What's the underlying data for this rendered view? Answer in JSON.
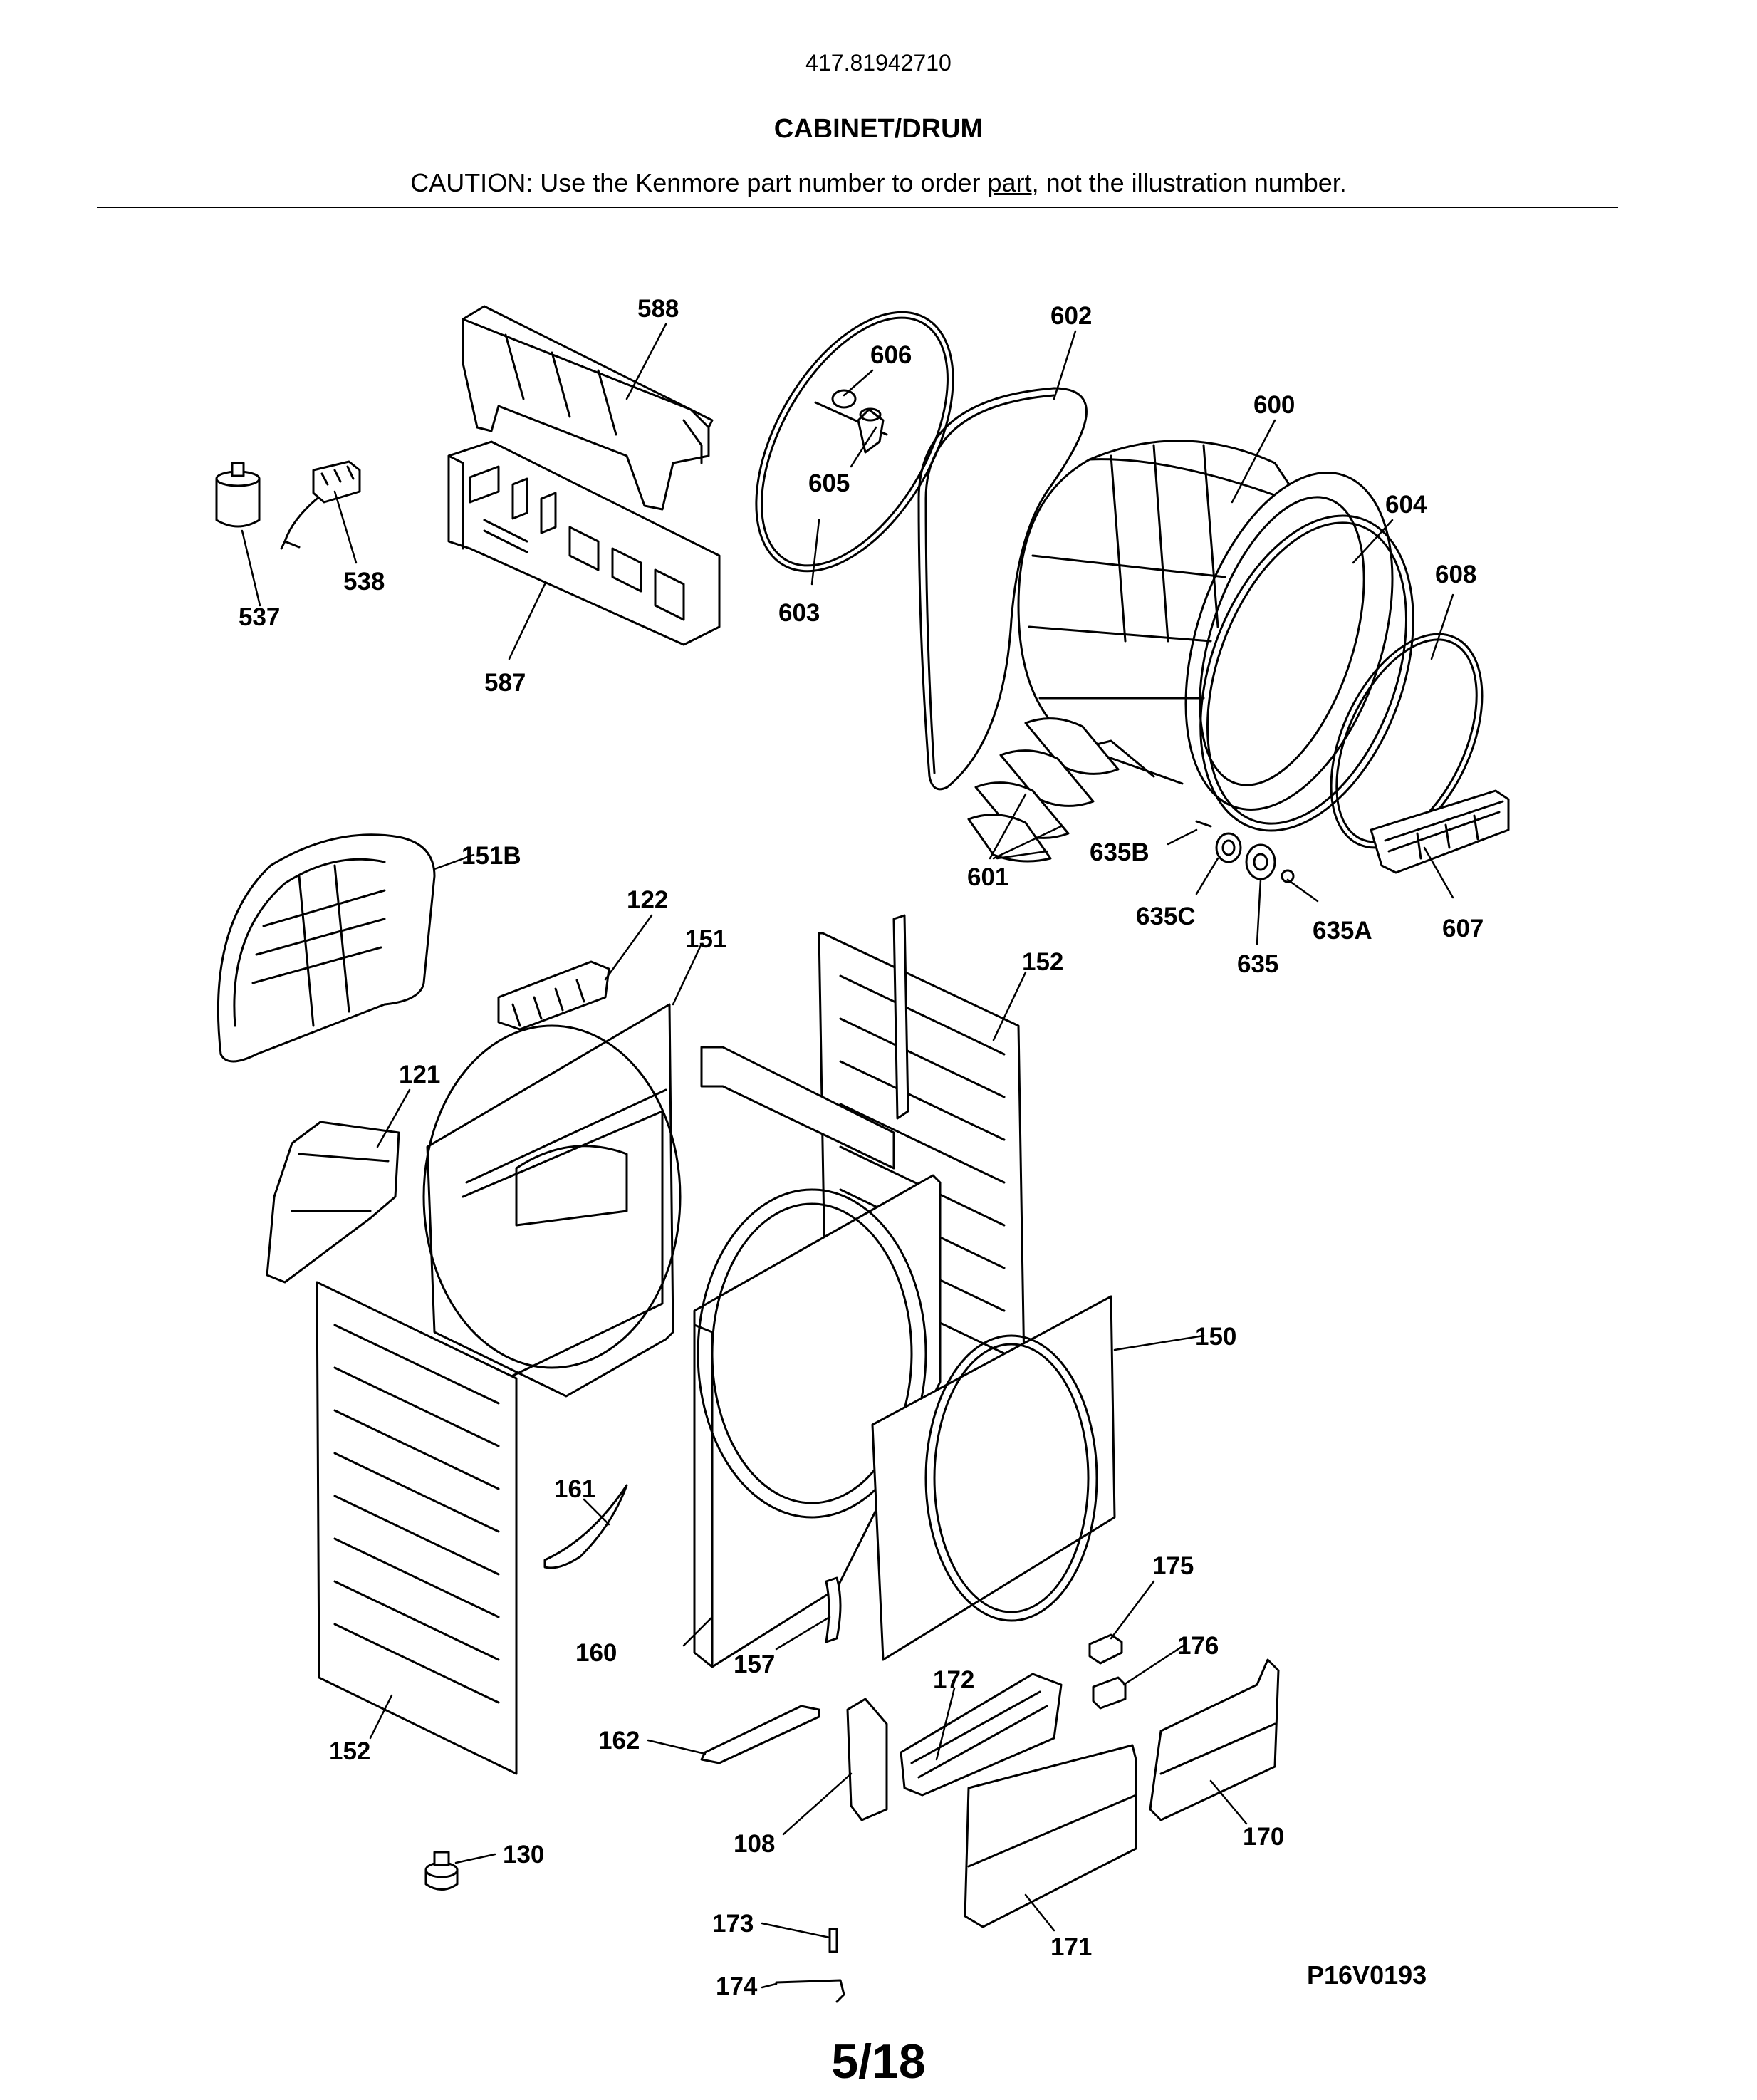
{
  "header": {
    "model_number": "417.81942710",
    "section_title": "CABINET/DRUM",
    "caution_prefix": "CAUTION: Use the Kenmore part number to order ",
    "caution_link": "part",
    "caution_suffix": ", not the illustration number."
  },
  "callouts": {
    "c588": "588",
    "c602": "602",
    "c606": "606",
    "c600": "600",
    "c605": "605",
    "c604": "604",
    "c608": "608",
    "c538": "538",
    "c537": "537",
    "c587": "587",
    "c603": "603",
    "c151B": "151B",
    "c635B": "635B",
    "c601": "601",
    "c122": "122",
    "c151": "151",
    "c152a": "152",
    "c635C": "635C",
    "c635A": "635A",
    "c607": "607",
    "c635": "635",
    "c121": "121",
    "c150": "150",
    "c161": "161",
    "c175": "175",
    "c176": "176",
    "c160": "160",
    "c157": "157",
    "c172": "172",
    "c162": "162",
    "c152b": "152",
    "c108": "108",
    "c170": "170",
    "c130": "130",
    "c173": "173",
    "c171": "171",
    "c174": "174"
  },
  "footer": {
    "drawing_code": "P16V0193",
    "page": "5/18"
  }
}
